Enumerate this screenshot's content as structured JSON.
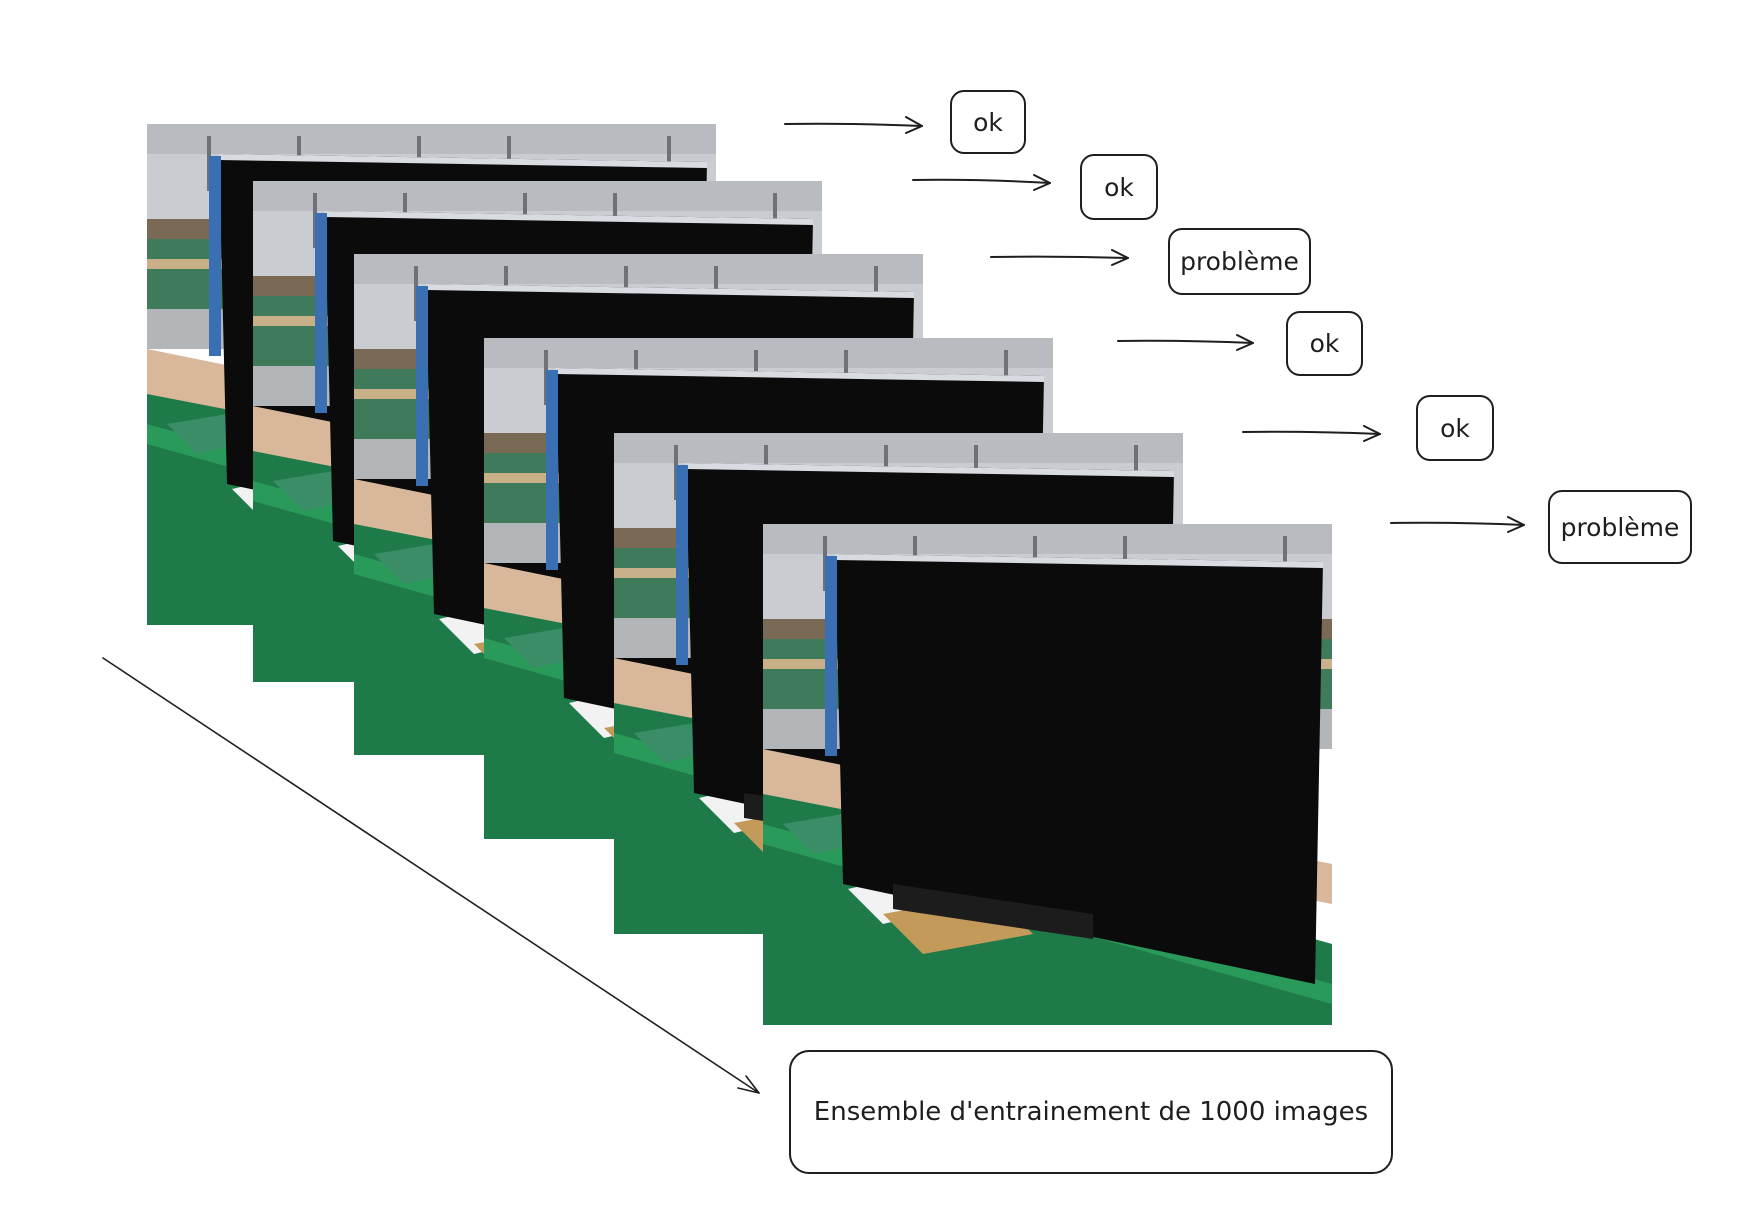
{
  "diagram": {
    "photo_count": 6,
    "labels": [
      {
        "text": "ok"
      },
      {
        "text": "ok"
      },
      {
        "text": "problème"
      },
      {
        "text": "ok"
      },
      {
        "text": "ok"
      },
      {
        "text": "problème"
      }
    ],
    "caption": "Ensemble d'entrainement de 1000 images"
  }
}
